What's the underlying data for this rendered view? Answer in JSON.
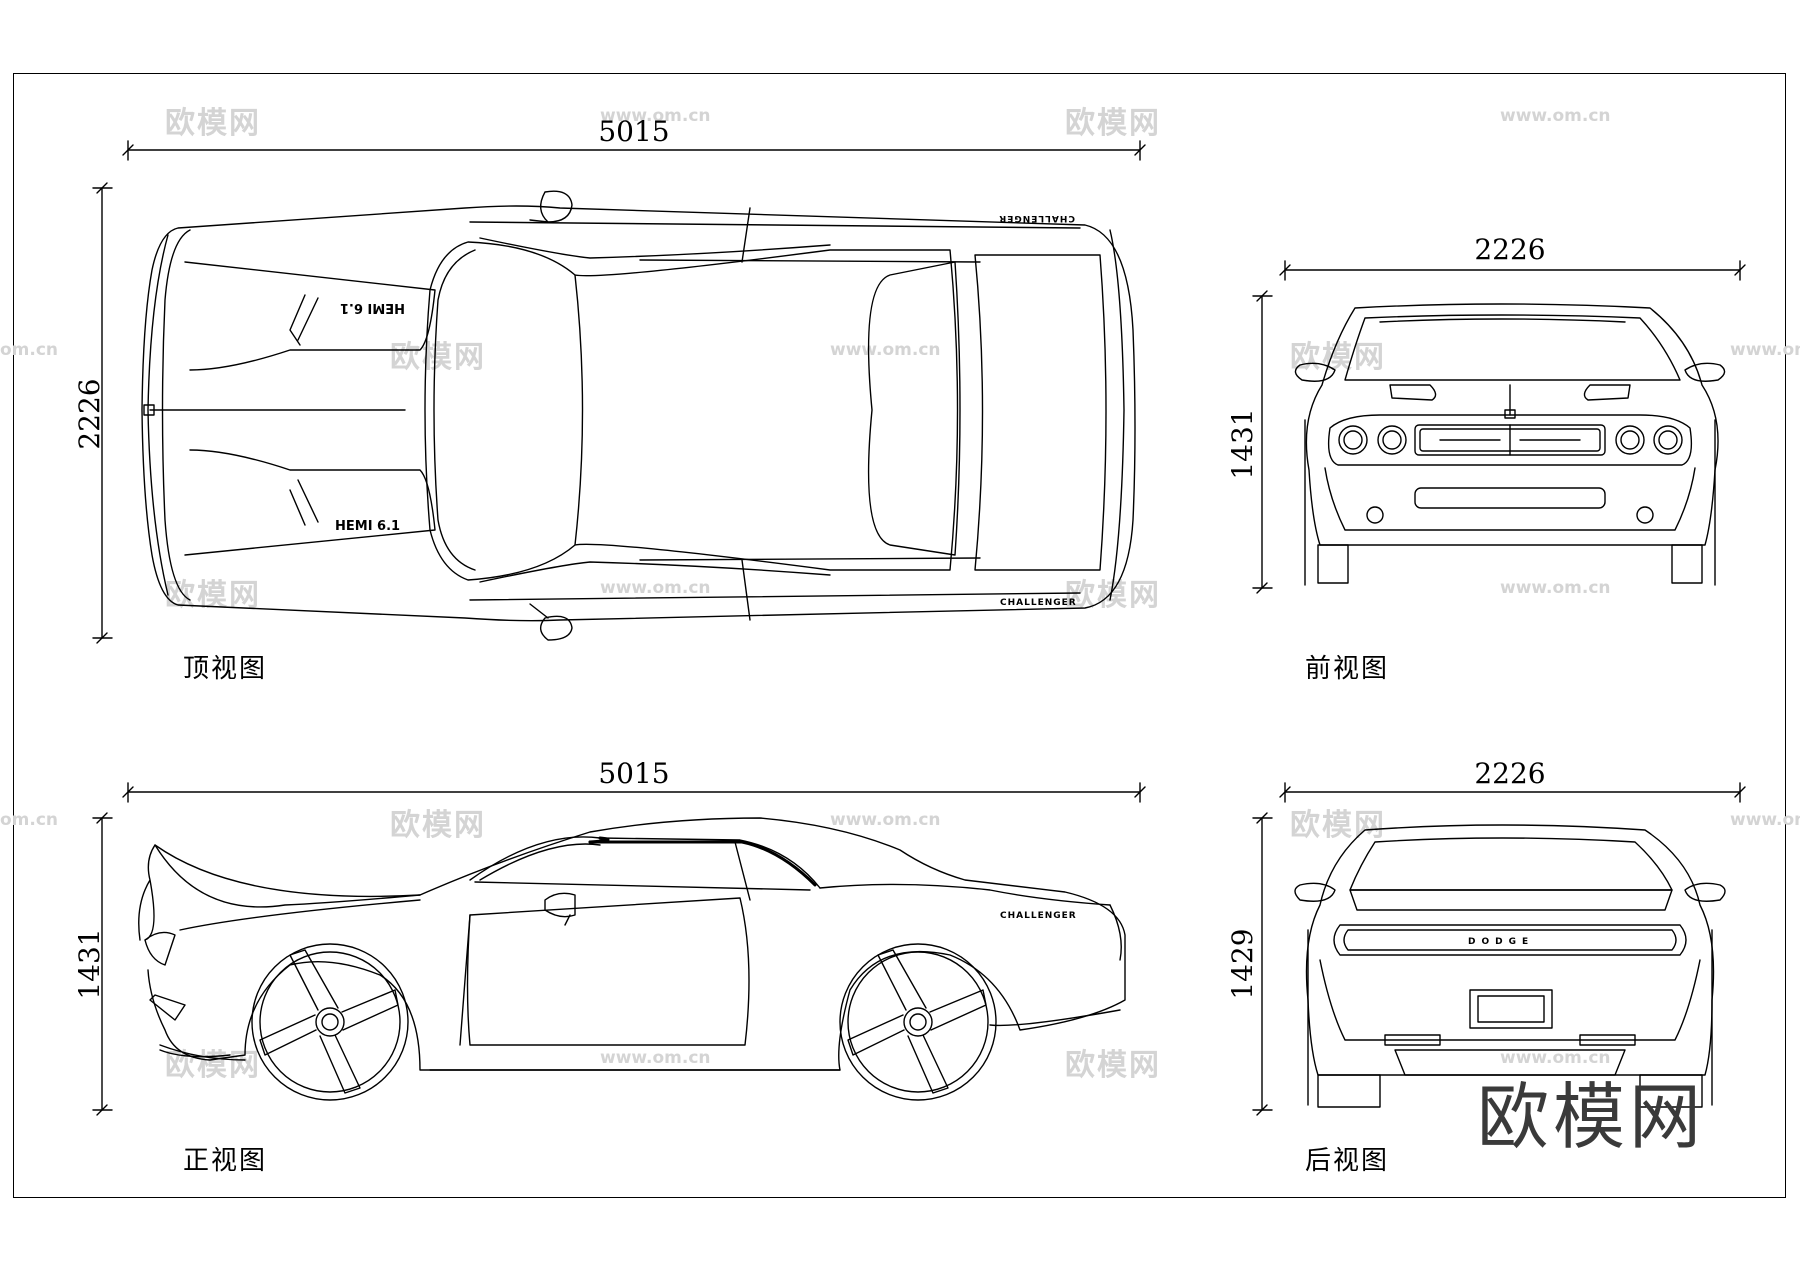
{
  "dimensions": {
    "top_length": "5015",
    "top_width": "2226",
    "front_width": "2226",
    "front_height": "1431",
    "side_length": "5015",
    "side_height": "1431",
    "rear_width": "2226",
    "rear_height": "1429"
  },
  "labels": {
    "top_view": "顶视图",
    "front_view": "前视图",
    "side_view": "正视图",
    "rear_view": "后视图"
  },
  "badges": {
    "hemi_top": "HEMI 6.1",
    "hemi_bottom": "HEMI 6.1",
    "challenger": "CHALLENGER",
    "dodge": "DODGE"
  },
  "watermark": {
    "brand": "欧模网",
    "url": "www.om.cn",
    "url_alt": "om.cn"
  }
}
